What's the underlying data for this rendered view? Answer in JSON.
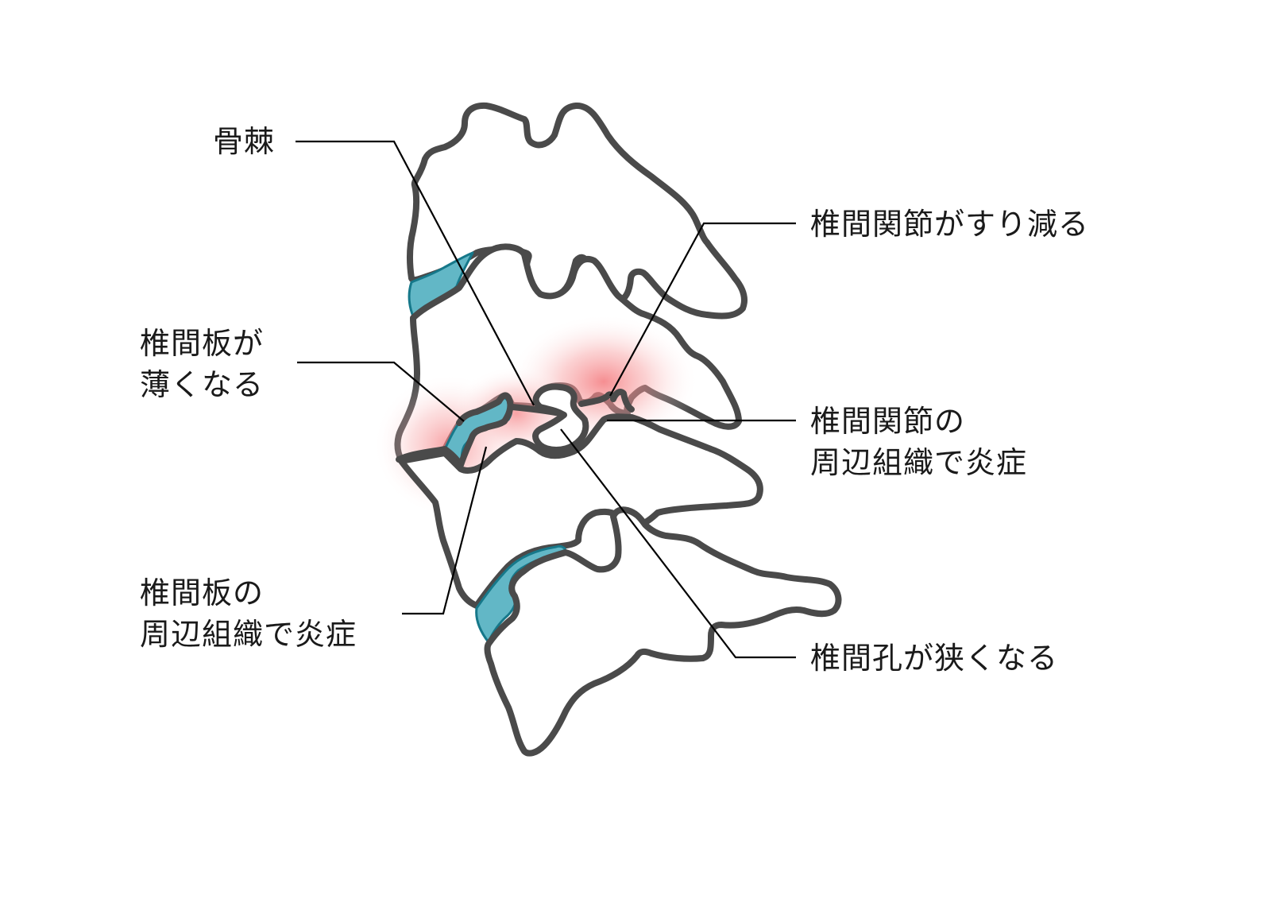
{
  "figure": {
    "subject": "cervical vertebrae degeneration",
    "colors": {
      "bone_outline": "#4a4a4a",
      "bone_fill": "#ffffff",
      "disc_fill": "#62b7c6",
      "disc_edge": "#16788a",
      "inflammation": "#f47a7e",
      "leader_line": "#000000",
      "background": "#ffffff"
    }
  },
  "labels": {
    "bone_spur": {
      "lines": [
        "骨棘"
      ]
    },
    "facet_wear": {
      "lines": [
        "椎間関節がすり減る"
      ]
    },
    "disc_thinning": {
      "lines": [
        "椎間板が",
        "薄くなる"
      ]
    },
    "facet_inflammation": {
      "lines": [
        "椎間関節の",
        "周辺組織で炎症"
      ]
    },
    "disc_inflammation": {
      "lines": [
        "椎間板の",
        "周辺組織で炎症"
      ]
    },
    "foramen_narrowing": {
      "lines": [
        "椎間孔が狭くなる"
      ]
    }
  }
}
